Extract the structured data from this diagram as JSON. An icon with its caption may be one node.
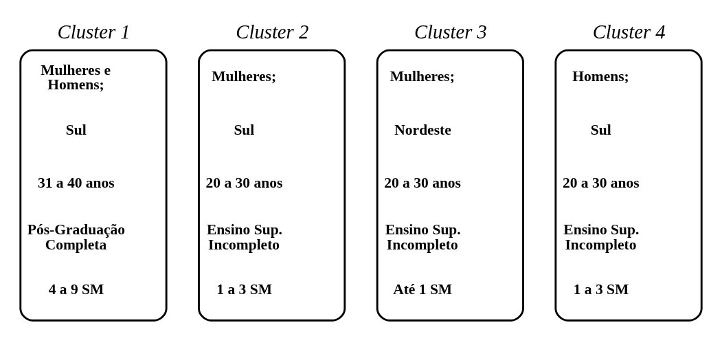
{
  "diagram": {
    "nodes": [
      {
        "text": [
          "Cluster 1",
          "Mulheres e Homens;",
          "Sul",
          "31 a 40 anos",
          "Pós-Graduação Completa",
          "4 a 9 SM"
        ]
      },
      {
        "text": [
          "Cluster 2",
          "Mulheres;",
          "Sul",
          "20 a 30 anos",
          "Ensino Sup. Incompleto",
          "1 a 3 SM"
        ]
      },
      {
        "text": [
          "Cluster 3",
          "Mulheres;",
          "Nordeste",
          "20 a 30 anos",
          "Ensino Sup. Incompleto",
          "Até 1 SM"
        ]
      },
      {
        "text": [
          "Cluster 4",
          "Homens;",
          "Sul",
          "20 a 30 anos",
          "Ensino Sup. Incompleto",
          "1 a 3 SM"
        ]
      }
    ]
  }
}
